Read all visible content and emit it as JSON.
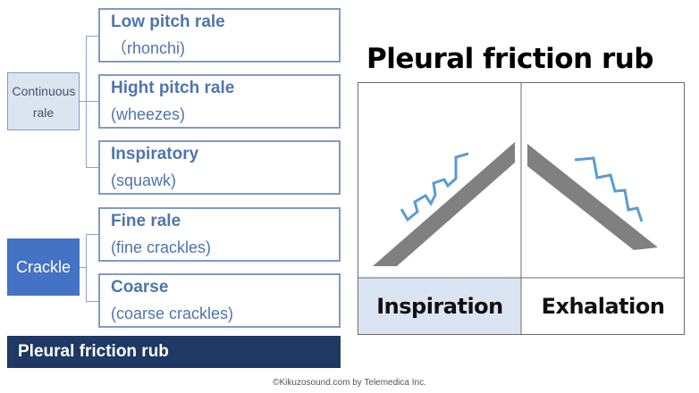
{
  "left": {
    "continuous_label": "Continuous rale",
    "crackle_label": "Crackle",
    "types": [
      {
        "title": "Low pitch rale",
        "subtitle": "（rhonchi)"
      },
      {
        "title": "Hight pitch rale",
        "subtitle": "(wheezes)"
      },
      {
        "title": "Inspiratory",
        "subtitle": "(squawk)"
      },
      {
        "title": "Fine rale",
        "subtitle": "(fine crackles)"
      },
      {
        "title": "Coarse",
        "subtitle": "(coarse crackles)"
      }
    ],
    "bar_label": "Pleural friction rub"
  },
  "right": {
    "title": "Pleural friction rub",
    "inspiration_label": "Inspiration",
    "exhalation_label": "Exhalation"
  },
  "footer": {
    "copyright": "©Kikuzosound.com by Telemedica Inc."
  },
  "colors": {
    "box_border": "#7f9bc4",
    "text_blue": "#4f75ac",
    "group_fill": "#dbe5f1",
    "crackle_fill": "#4472c4",
    "bar_fill": "#1f3864",
    "wedge": "#808080",
    "zigzag": "#5b9bd5",
    "inspiration_cell": "#dbe5f1"
  }
}
